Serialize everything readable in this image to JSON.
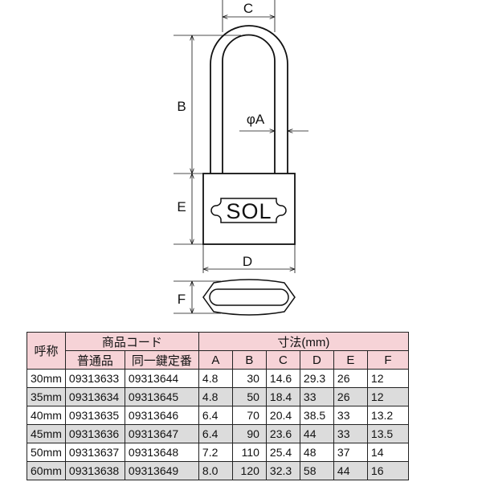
{
  "diagram": {
    "labels": {
      "C": "C",
      "B": "B",
      "phiA": "φA",
      "E": "E",
      "D": "D",
      "F": "F"
    },
    "logo_text": "SOL"
  },
  "table": {
    "header": {
      "nominal": "呼称",
      "product_code": "商品コード",
      "dimensions": "寸法(mm)",
      "standard": "普通品",
      "keyed_alike": "同一鍵定番",
      "dims": [
        "A",
        "B",
        "C",
        "D",
        "E",
        "F"
      ]
    },
    "rows": [
      {
        "size": "30mm",
        "standard": "09313633",
        "keyed": "09313644",
        "A": "4.8",
        "B": "30",
        "C": "14.6",
        "D": "29.3",
        "E": "26",
        "F": "12"
      },
      {
        "size": "35mm",
        "standard": "09313634",
        "keyed": "09313645",
        "A": "4.8",
        "B": "50",
        "C": "18.4",
        "D": "33",
        "E": "26",
        "F": "12"
      },
      {
        "size": "40mm",
        "standard": "09313635",
        "keyed": "09313646",
        "A": "6.4",
        "B": "70",
        "C": "20.4",
        "D": "38.5",
        "E": "33",
        "F": "13.2"
      },
      {
        "size": "45mm",
        "standard": "09313636",
        "keyed": "09313647",
        "A": "6.4",
        "B": "90",
        "C": "23.6",
        "D": "44",
        "E": "33",
        "F": "13.5"
      },
      {
        "size": "50mm",
        "standard": "09313637",
        "keyed": "09313648",
        "A": "7.2",
        "B": "110",
        "C": "25.4",
        "D": "48",
        "E": "37",
        "F": "14"
      },
      {
        "size": "60mm",
        "standard": "09313638",
        "keyed": "09313649",
        "A": "8.0",
        "B": "120",
        "C": "32.3",
        "D": "58",
        "E": "44",
        "F": "16"
      }
    ]
  }
}
